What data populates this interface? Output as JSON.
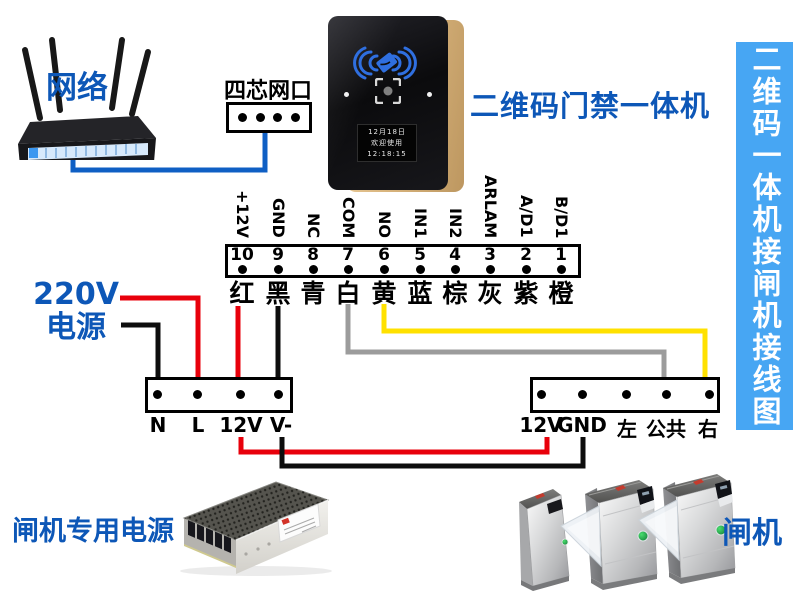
{
  "colors": {
    "label_blue": "#0d57b7",
    "banner_blue": "#47a6f3",
    "wire_red": "#e8000b",
    "wire_black": "#0d0d0d",
    "wire_yellow": "#ffe100",
    "wire_gray": "#9c9c9c",
    "wire_blue": "#0f5fc4"
  },
  "banner": {
    "text": "二维码一体机接闸机接线图"
  },
  "network": {
    "label": "网络"
  },
  "net_port": {
    "label": "四芯网口"
  },
  "device": {
    "label": "二维码门禁一体机",
    "screen": {
      "line1": "12月18日",
      "line2": "欢迎使用",
      "line3": "12:18:15"
    }
  },
  "power220": {
    "line1": "220V",
    "line2": "电源"
  },
  "terminal10": {
    "pins": [
      {
        "num": "10",
        "signal": "+12V",
        "color_name": "红"
      },
      {
        "num": "9",
        "signal": "GND",
        "color_name": "黑"
      },
      {
        "num": "8",
        "signal": "NC",
        "color_name": "青"
      },
      {
        "num": "7",
        "signal": "COM",
        "color_name": "白"
      },
      {
        "num": "6",
        "signal": "NO",
        "color_name": "黄"
      },
      {
        "num": "5",
        "signal": "IN1",
        "color_name": "蓝"
      },
      {
        "num": "4",
        "signal": "IN2",
        "color_name": "棕"
      },
      {
        "num": "3",
        "signal": "ARLAM",
        "color_name": "灰"
      },
      {
        "num": "2",
        "signal": "A/D1",
        "color_name": "紫"
      },
      {
        "num": "1",
        "signal": "B/D1",
        "color_name": "橙"
      }
    ]
  },
  "left_block": {
    "pins": [
      "N",
      "L",
      "12V",
      "V-"
    ]
  },
  "right_block": {
    "pins": [
      "12V",
      "GND",
      "左",
      "公共",
      "右"
    ]
  },
  "psu": {
    "label": "闸机专用电源"
  },
  "gate": {
    "label": "闸机"
  }
}
